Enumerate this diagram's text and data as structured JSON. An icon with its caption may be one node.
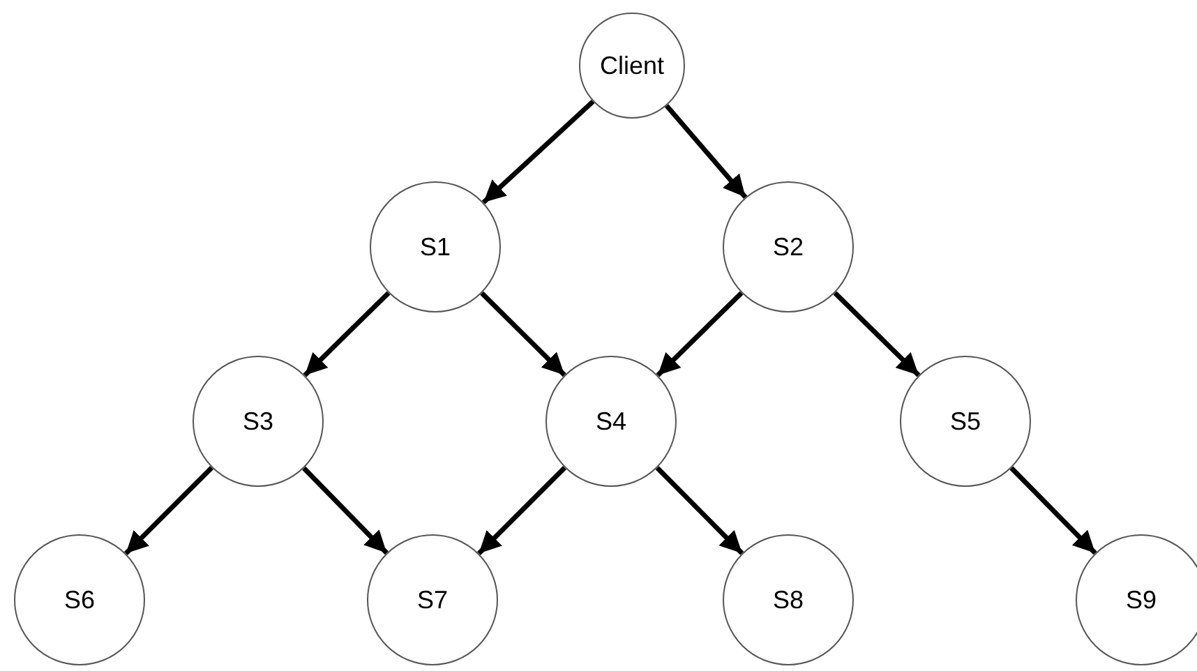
{
  "diagram": {
    "nodes": [
      {
        "text": [
          "Client"
        ]
      },
      {
        "text": [
          "S1"
        ]
      },
      {
        "text": [
          "S2"
        ]
      },
      {
        "text": [
          "S3"
        ]
      },
      {
        "text": [
          "S4"
        ]
      },
      {
        "text": [
          "S5"
        ]
      },
      {
        "text": [
          "S6"
        ]
      },
      {
        "text": [
          "S7"
        ]
      },
      {
        "text": [
          "S8"
        ]
      },
      {
        "text": [
          "S9"
        ]
      }
    ],
    "edges": [
      {
        "from": 0,
        "to": 1,
        "arrow": "to"
      },
      {
        "from": 0,
        "to": 2,
        "arrow": "to"
      },
      {
        "from": 1,
        "to": 3,
        "arrow": "to"
      },
      {
        "from": 1,
        "to": 4,
        "arrow": "to"
      },
      {
        "from": 2,
        "to": 4,
        "arrow": "to"
      },
      {
        "from": 2,
        "to": 5,
        "arrow": "to"
      },
      {
        "from": 3,
        "to": 6,
        "arrow": "to"
      },
      {
        "from": 3,
        "to": 7,
        "arrow": "to"
      },
      {
        "from": 4,
        "to": 7,
        "arrow": "to"
      },
      {
        "from": 4,
        "to": 8,
        "arrow": "to"
      },
      {
        "from": 5,
        "to": 9,
        "arrow": "to"
      }
    ]
  }
}
